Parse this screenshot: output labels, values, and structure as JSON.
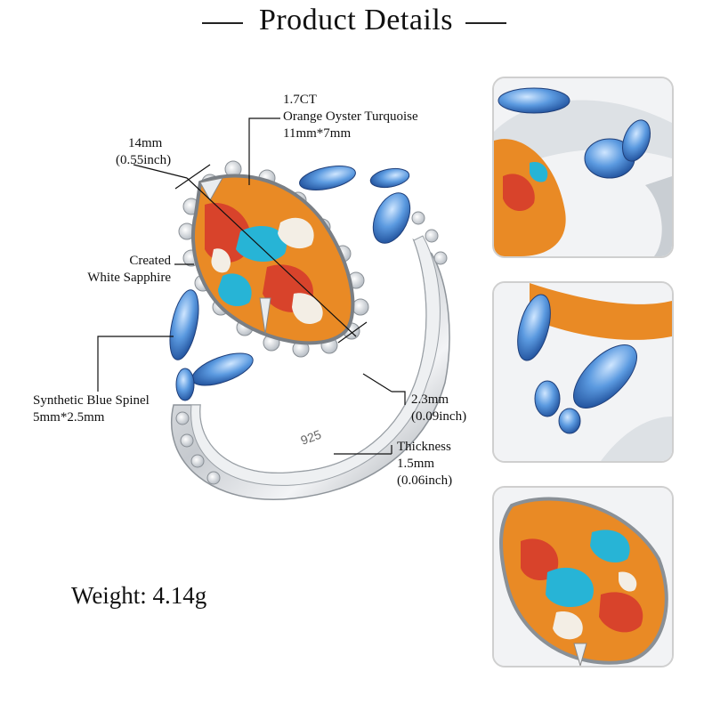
{
  "header": {
    "title": "Product Details"
  },
  "labels": {
    "center_stone": {
      "carat": "1.7CT",
      "name": "Orange Oyster Turquoise",
      "size": "11mm*7mm"
    },
    "width": {
      "mm": "14mm",
      "inch": "(0.55inch)"
    },
    "side_stone": {
      "line1": "Created",
      "line2": "White Sapphire"
    },
    "spinel": {
      "name": "Synthetic Blue Spinel",
      "size": "5mm*2.5mm"
    },
    "band_width": {
      "mm": "2.3mm",
      "inch": "(0.09inch)"
    },
    "thickness": {
      "title": "Thickness",
      "mm": "1.5mm",
      "inch": "(0.06inch)"
    }
  },
  "engraving": "925",
  "weight": {
    "label": "Weight: 4.14g"
  },
  "thumbnails": [
    {
      "alt": "ring-side-detail"
    },
    {
      "alt": "marquise-stone-detail"
    },
    {
      "alt": "center-stone-detail"
    }
  ],
  "colors": {
    "silver": "#dcdfe3",
    "blue_spinel": "#4f8fd6",
    "turquoise": "#27b4d6",
    "orange": "#e98a25",
    "red": "#d8432b"
  }
}
